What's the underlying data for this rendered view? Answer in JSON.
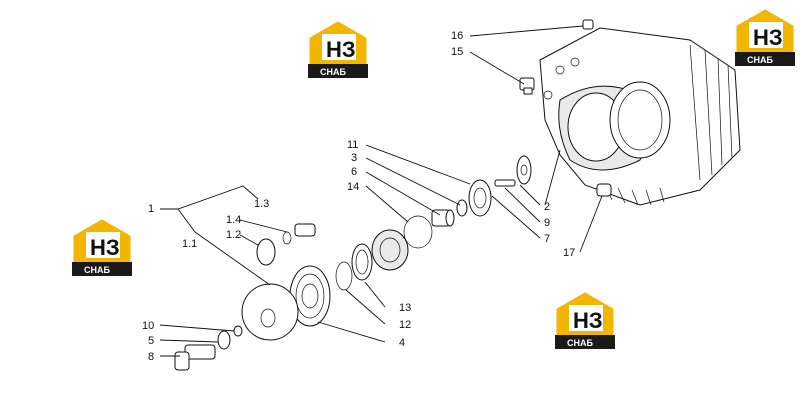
{
  "callouts": {
    "c1": "1",
    "c1_1": "1.1",
    "c1_2": "1.2",
    "c1_3": "1.3",
    "c1_4": "1.4",
    "c2": "2",
    "c3": "3",
    "c4": "4",
    "c5": "5",
    "c6": "6",
    "c7": "7",
    "c8": "8",
    "c9": "9",
    "c10": "10",
    "c11": "11",
    "c12": "12",
    "c13": "13",
    "c14": "14",
    "c15": "15",
    "c16": "16",
    "c17": "17"
  },
  "watermark": {
    "mark": "НЗ",
    "caption": "СНАБ",
    "accent_color": "#f2b600"
  }
}
